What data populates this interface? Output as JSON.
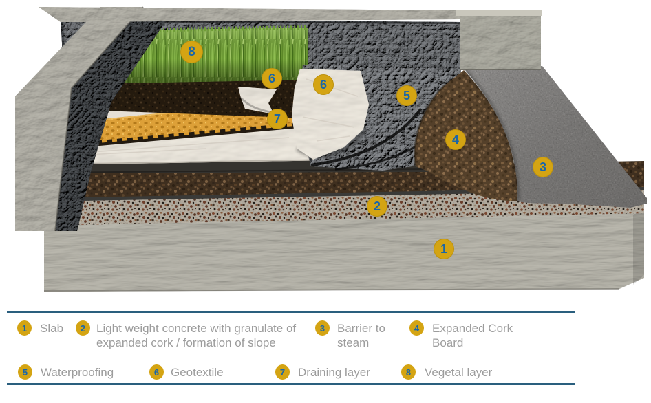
{
  "diagram": {
    "description": "Green roof construction cutaway showing numbered layers",
    "markers": [
      "8",
      "6",
      "6",
      "7",
      "5",
      "4",
      "3",
      "2",
      "1"
    ]
  },
  "legend": {
    "items": [
      {
        "number": "1",
        "label": "Slab"
      },
      {
        "number": "2",
        "label": "Light weight concrete with granulate of expanded cork / formation of slope"
      },
      {
        "number": "3",
        "label": "Barrier to steam"
      },
      {
        "number": "4",
        "label": "Expanded Cork Board"
      },
      {
        "number": "5",
        "label": "Waterproofing"
      },
      {
        "number": "6",
        "label": "Geotextile"
      },
      {
        "number": "7",
        "label": "Draining layer"
      },
      {
        "number": "8",
        "label": "Vegetal layer"
      }
    ]
  },
  "colors": {
    "badge_fill": "#d4a413",
    "badge_number": "#1a66a8",
    "legend_text": "#9c9c9c",
    "legend_rule": "#2a5f7e"
  }
}
